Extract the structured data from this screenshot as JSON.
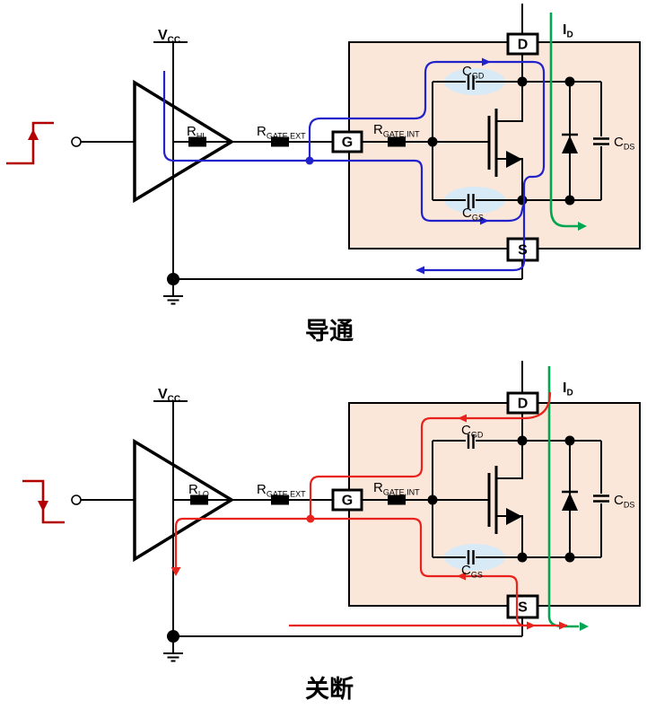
{
  "colors": {
    "turn_on_path": "#2222cc",
    "turn_off_path": "#e8231e",
    "input_signal": "#b30000",
    "drain_current": "#00a651",
    "package_fill": "#fbe7d9",
    "capacitor_highlight": "#d8eaf6"
  },
  "top_diagram": {
    "caption": "导通",
    "supply": {
      "main": "V",
      "sub": "CC"
    },
    "pullup_resistor": {
      "main": "R",
      "sub": "HI"
    },
    "ext_gate_resistor": {
      "main": "R",
      "sub": "GATE,EXT"
    },
    "int_gate_resistor": {
      "main": "R",
      "sub": "GATE,INT"
    },
    "gate_terminal": "G",
    "drain_terminal": "D",
    "source_terminal": "S",
    "c_gd": {
      "main": "C",
      "sub": "GD"
    },
    "c_gs": {
      "main": "C",
      "sub": "GS"
    },
    "c_ds": {
      "main": "C",
      "sub": "DS"
    },
    "drain_current_label": {
      "main": "I",
      "sub": "D"
    }
  },
  "bottom_diagram": {
    "caption": "关断",
    "supply": {
      "main": "V",
      "sub": "CC"
    },
    "pulldown_resistor": {
      "main": "R",
      "sub": "LO"
    },
    "ext_gate_resistor": {
      "main": "R",
      "sub": "GATE,EXT"
    },
    "int_gate_resistor": {
      "main": "R",
      "sub": "GATE,INT"
    },
    "gate_terminal": "G",
    "drain_terminal": "D",
    "source_terminal": "S",
    "c_gd": {
      "main": "C",
      "sub": "GD"
    },
    "c_gs": {
      "main": "C",
      "sub": "GS"
    },
    "c_ds": {
      "main": "C",
      "sub": "DS"
    },
    "drain_current_label": {
      "main": "I",
      "sub": "D"
    }
  }
}
